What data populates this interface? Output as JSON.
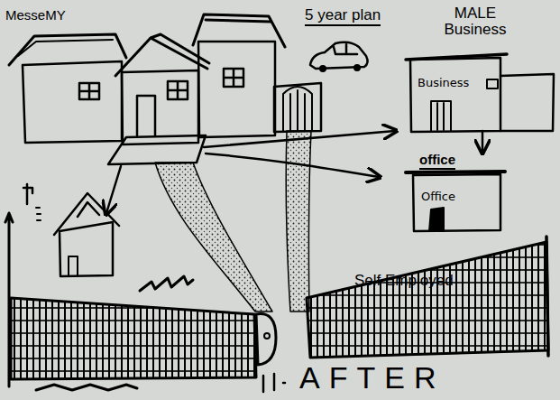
{
  "diagram": {
    "nodes": [
      {
        "text": [
          "MALE Business",
          "Business"
        ]
      },
      {
        "text": [
          "office",
          "Office"
        ]
      }
    ],
    "edges": [
      {
        "from": 0,
        "to": 1,
        "arrow": "to"
      }
    ],
    "labels": [
      "MesseMY",
      "5 year plan",
      "Self Employed",
      "AFTER"
    ]
  }
}
